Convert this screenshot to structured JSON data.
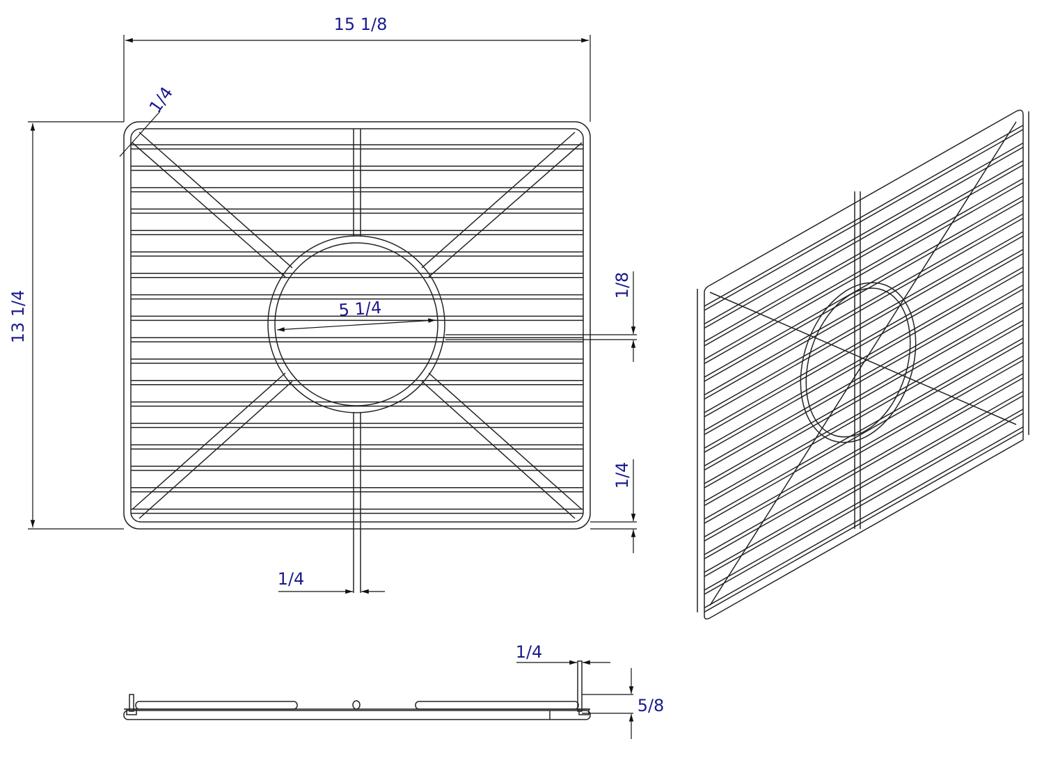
{
  "dimensions": {
    "width": "15 1/8",
    "height": "13 1/4",
    "corner_wire": "1/4",
    "hole_diameter": "5 1/4",
    "bar_gap": "1/8",
    "edge_offset": "1/4",
    "center_bar": "1/4",
    "side_wire": "1/4",
    "side_height": "5/8"
  },
  "colors": {
    "line": "#222222",
    "dimension_text": "#1a1a8c"
  }
}
